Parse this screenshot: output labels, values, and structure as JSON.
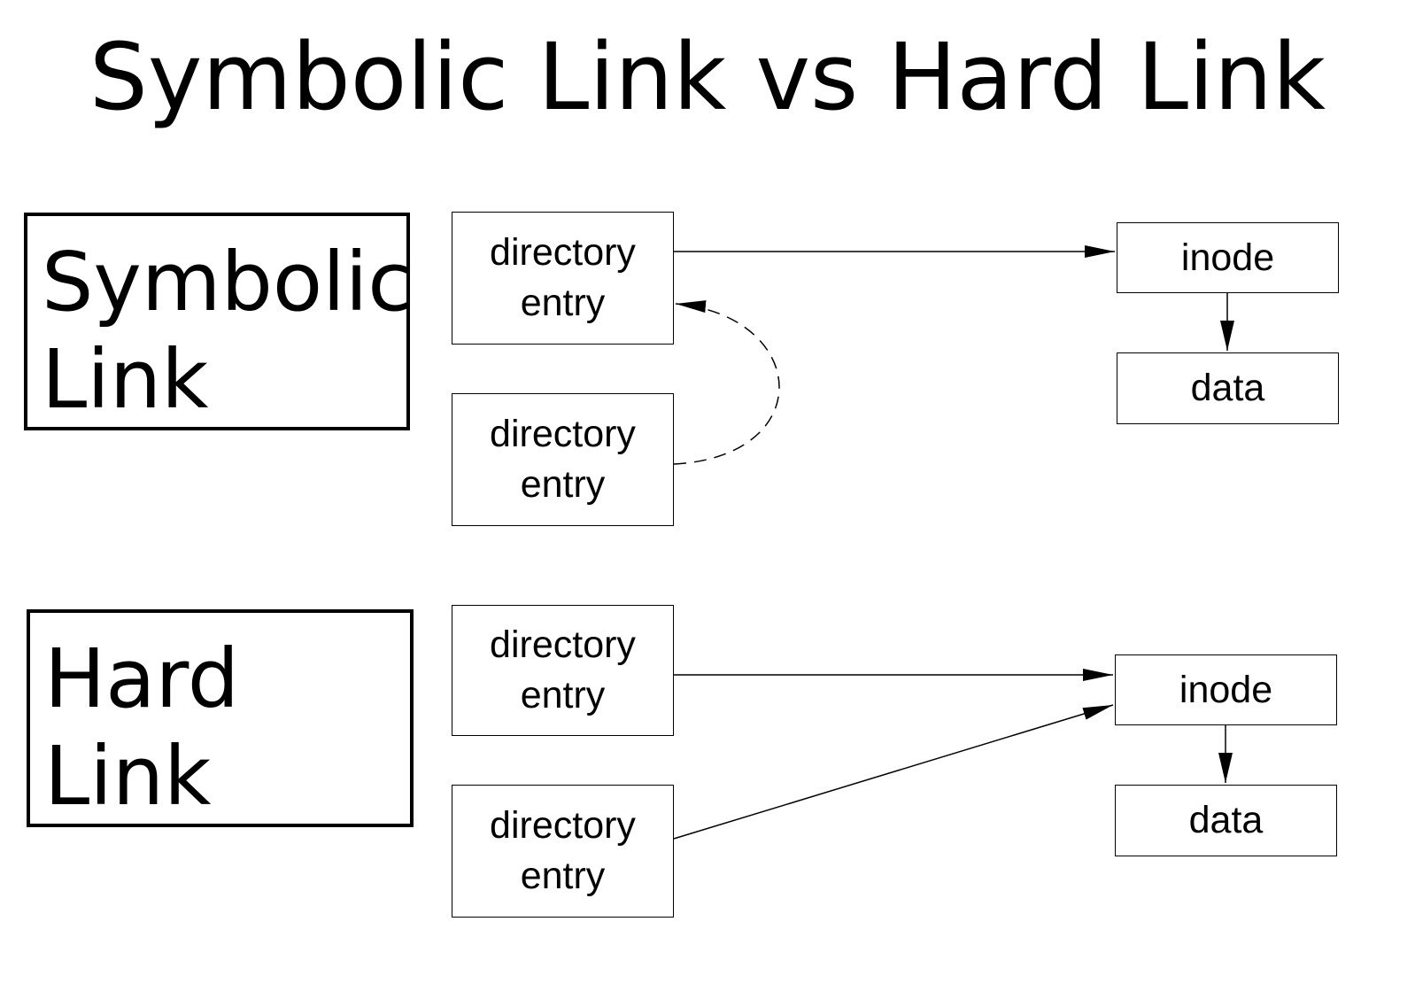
{
  "title": "Symbolic Link vs Hard Link",
  "symbolic": {
    "label_line1": "Symbolic",
    "label_line2": "Link",
    "entry_a": [
      "directory",
      "entry"
    ],
    "entry_b": [
      "directory",
      "entry"
    ],
    "inode": "inode",
    "data": "data"
  },
  "hard": {
    "label_line1": "Hard",
    "label_line2": "Link",
    "entry_a": [
      "directory",
      "entry"
    ],
    "entry_b": [
      "directory",
      "entry"
    ],
    "inode": "inode",
    "data": "data"
  },
  "edges": [
    {
      "from": "symbolic.entry_a",
      "to": "symbolic.inode",
      "style": "solid"
    },
    {
      "from": "symbolic.inode",
      "to": "symbolic.data",
      "style": "solid"
    },
    {
      "from": "symbolic.entry_b",
      "to": "symbolic.entry_a",
      "style": "dashed"
    },
    {
      "from": "hard.entry_a",
      "to": "hard.inode",
      "style": "solid"
    },
    {
      "from": "hard.entry_b",
      "to": "hard.inode",
      "style": "solid"
    },
    {
      "from": "hard.inode",
      "to": "hard.data",
      "style": "solid"
    }
  ]
}
